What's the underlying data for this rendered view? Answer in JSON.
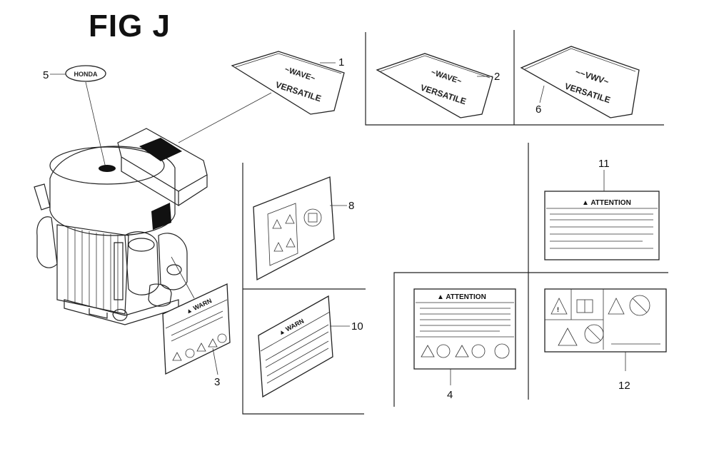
{
  "figure": {
    "title": "FIG J"
  },
  "callouts": {
    "c1": "1",
    "c2": "2",
    "c3": "3",
    "c4": "4",
    "c5": "5",
    "c6": "6",
    "c8": "8",
    "c10": "10",
    "c11": "11",
    "c12": "12"
  },
  "label_text": {
    "attention_4": "ATTENTION",
    "attention_11": "ATTENTION",
    "honda_5": "HONDA"
  }
}
